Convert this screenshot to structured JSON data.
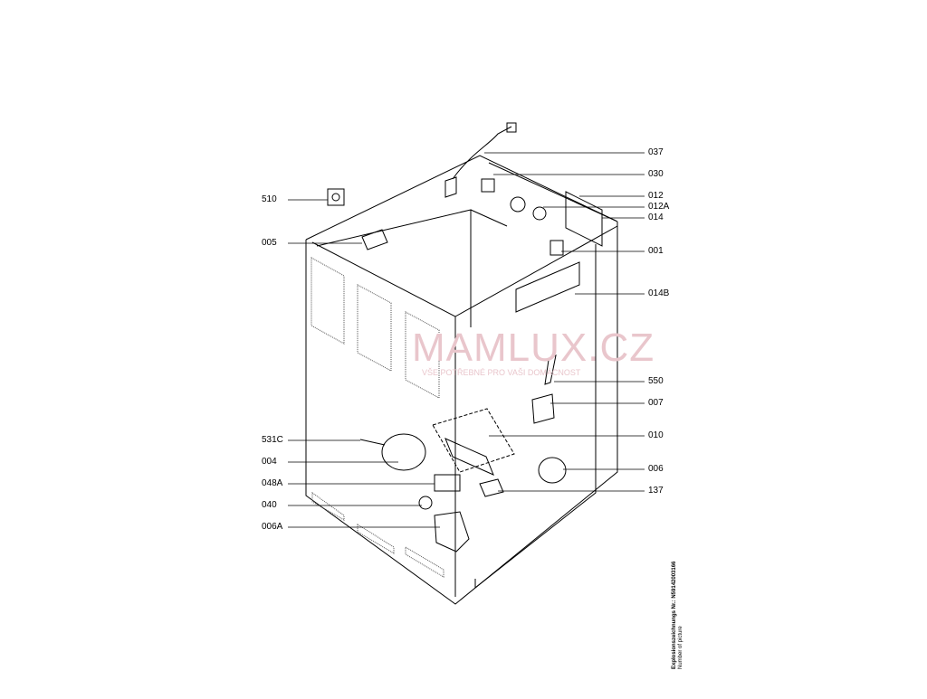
{
  "callouts": {
    "left": [
      {
        "id": "510"
      },
      {
        "id": "005"
      },
      {
        "id": "531C"
      },
      {
        "id": "004"
      },
      {
        "id": "048A"
      },
      {
        "id": "040"
      },
      {
        "id": "006A"
      }
    ],
    "right": [
      {
        "id": "037"
      },
      {
        "id": "030"
      },
      {
        "id": "012"
      },
      {
        "id": "012A"
      },
      {
        "id": "014"
      },
      {
        "id": "001"
      },
      {
        "id": "014B"
      },
      {
        "id": "550"
      },
      {
        "id": "007"
      },
      {
        "id": "010"
      },
      {
        "id": "006"
      },
      {
        "id": "137"
      }
    ]
  },
  "watermark": {
    "brand": "MAMLUX.CZ",
    "tagline": "VŠE POTŘEBNÉ PRO VAŠI DOMÁCNOST",
    "color": "#e9c6cc"
  },
  "caption": {
    "drawing_number": "Explosionszeichnungs Nr.: N59142003166",
    "subtitle": "Number of picture"
  }
}
